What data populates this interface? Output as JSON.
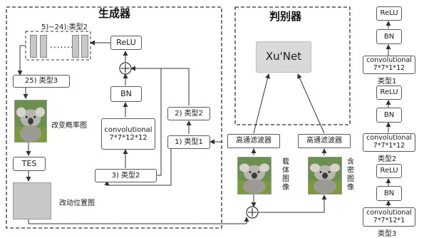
{
  "generator": {
    "title": "生成器",
    "group_label": "5)~24):类型2",
    "item25_label": "25) 类型3",
    "prob_map_caption": "改变概率图",
    "tes_label": "TES",
    "change_map_caption": "改动位置图",
    "relu_label": "ReLU",
    "bn_label": "BN",
    "conv_label": "convolutional\n7*7*12*12",
    "type2_bottom_label": "3) 类型2",
    "type2_mid_label": "2) 类型2",
    "type1_label": "1) 类型1",
    "plus_symbol": "+"
  },
  "discriminator": {
    "title": "判别器",
    "xunet_label": "Xu'Net",
    "filter_left_label": "高通滤波器",
    "filter_right_label": "高通滤波器",
    "cover_caption": "载体图像",
    "stego_caption": "含密图像",
    "plus_symbol": "+"
  },
  "right_column": {
    "block1": {
      "relu": "ReLU",
      "bn": "BN",
      "conv": "convolutional\n7*7*1*12",
      "caption": "类型1"
    },
    "block2": {
      "relu": "ReLU",
      "bn": "BN",
      "conv": "convolutional\n7*7*1*12",
      "caption": "类型2"
    },
    "block3": {
      "relu": "ReLU",
      "bn": "BN",
      "conv": "convolutional\n7*7*12*1",
      "caption": "类型3"
    }
  },
  "colors": {
    "line": "#333333",
    "dashed_border": "#333333",
    "xunet_fill": "#d9d9d9",
    "gray_map": "#c8c8c8"
  }
}
